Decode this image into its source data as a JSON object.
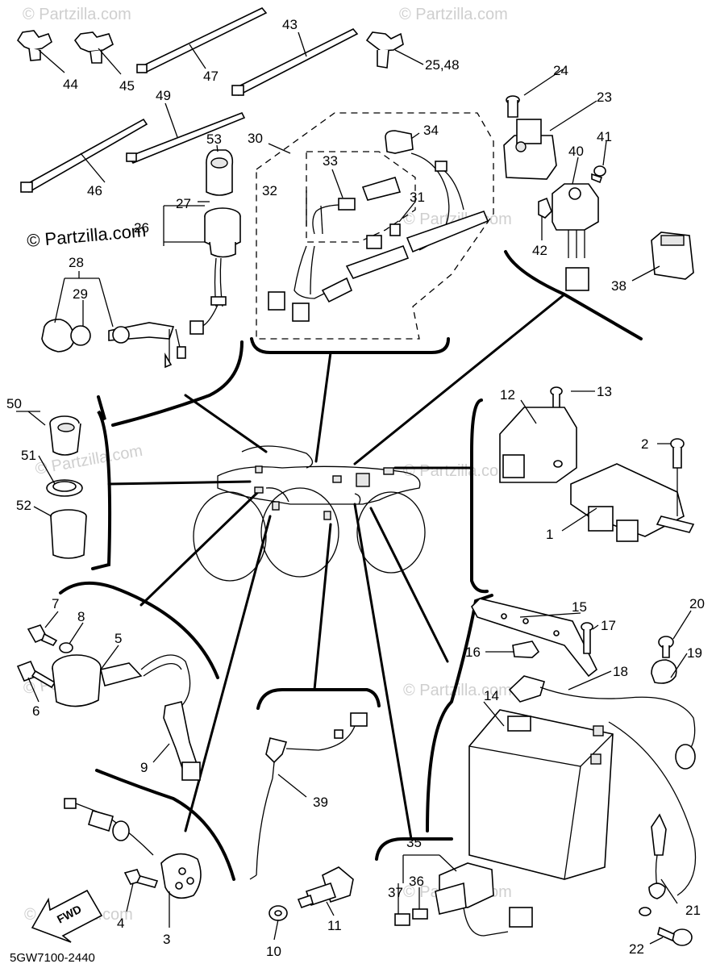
{
  "watermark_main": "© Partzilla.com",
  "watermark_faint": "© Partzilla.com",
  "diagram_code": "5GW7100-2440",
  "fwd_label": "FWD",
  "callouts": {
    "c1": "1",
    "c2": "2",
    "c3": "3",
    "c4": "4",
    "c5": "5",
    "c6": "6",
    "c7": "7",
    "c8": "8",
    "c9": "9",
    "c10": "10",
    "c11": "11",
    "c12": "12",
    "c13": "13",
    "c14": "14",
    "c15": "15",
    "c16": "16",
    "c17": "17",
    "c18": "18",
    "c19": "19",
    "c20": "20",
    "c21": "21",
    "c22": "22",
    "c23": "23",
    "c24": "24",
    "c25_48": "25,48",
    "c26": "26",
    "c27": "27",
    "c28": "28",
    "c29": "29",
    "c30": "30",
    "c31": "31",
    "c32": "32",
    "c33": "33",
    "c34": "34",
    "c35": "35",
    "c36": "36",
    "c37": "37",
    "c38": "38",
    "c39": "39",
    "c40": "40",
    "c41": "41",
    "c42": "42",
    "c43": "43",
    "c44": "44",
    "c45": "45",
    "c46": "46",
    "c47": "47",
    "c49": "49",
    "c50": "50",
    "c51": "51",
    "c52": "52",
    "c53": "53"
  }
}
